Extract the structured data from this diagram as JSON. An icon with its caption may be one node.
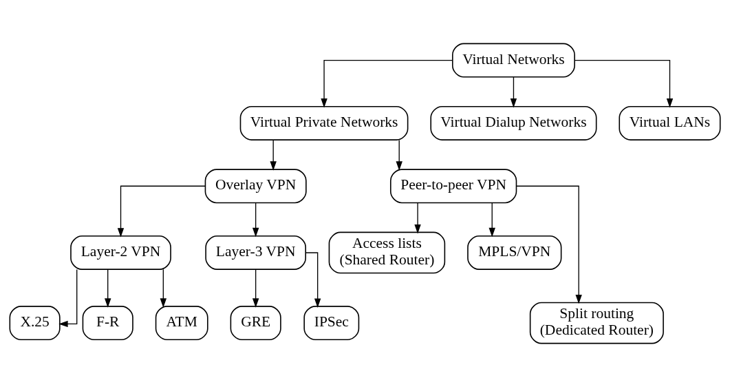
{
  "diagram": {
    "nodes": [
      {
        "text": [
          "Virtual Networks"
        ]
      },
      {
        "text": [
          "Virtual Private Networks"
        ]
      },
      {
        "text": [
          "Virtual Dialup Networks"
        ]
      },
      {
        "text": [
          "Virtual LANs"
        ]
      },
      {
        "text": [
          "Overlay VPN"
        ]
      },
      {
        "text": [
          "Peer-to-peer VPN"
        ]
      },
      {
        "text": [
          "Layer-2 VPN"
        ]
      },
      {
        "text": [
          "Layer-3 VPN"
        ]
      },
      {
        "text": [
          "Access lists (Shared Router)"
        ]
      },
      {
        "text": [
          "MPLS/VPN"
        ]
      },
      {
        "text": [
          "X.25"
        ]
      },
      {
        "text": [
          "F-R"
        ]
      },
      {
        "text": [
          "ATM"
        ]
      },
      {
        "text": [
          "GRE"
        ]
      },
      {
        "text": [
          "IPSec"
        ]
      },
      {
        "text": [
          "Split routing (Dedicated Router)"
        ]
      }
    ],
    "edges": [
      {
        "from": 0,
        "to": 1,
        "arrow": "to"
      },
      {
        "from": 0,
        "to": 2,
        "arrow": "to"
      },
      {
        "from": 0,
        "to": 3,
        "arrow": "to"
      },
      {
        "from": 1,
        "to": 4,
        "arrow": "to"
      },
      {
        "from": 1,
        "to": 5,
        "arrow": "to"
      },
      {
        "from": 4,
        "to": 6,
        "arrow": "to"
      },
      {
        "from": 4,
        "to": 7,
        "arrow": "to"
      },
      {
        "from": 5,
        "to": 8,
        "arrow": "to"
      },
      {
        "from": 5,
        "to": 15,
        "arrow": "to"
      },
      {
        "from": 5,
        "to": 9,
        "arrow": "to"
      },
      {
        "from": 6,
        "to": 10,
        "arrow": "to"
      },
      {
        "from": 6,
        "to": 11,
        "arrow": "to"
      },
      {
        "from": 6,
        "to": 12,
        "arrow": "to"
      },
      {
        "from": 7,
        "to": 13,
        "arrow": "to"
      },
      {
        "from": 7,
        "to": 14,
        "arrow": "to"
      }
    ]
  }
}
